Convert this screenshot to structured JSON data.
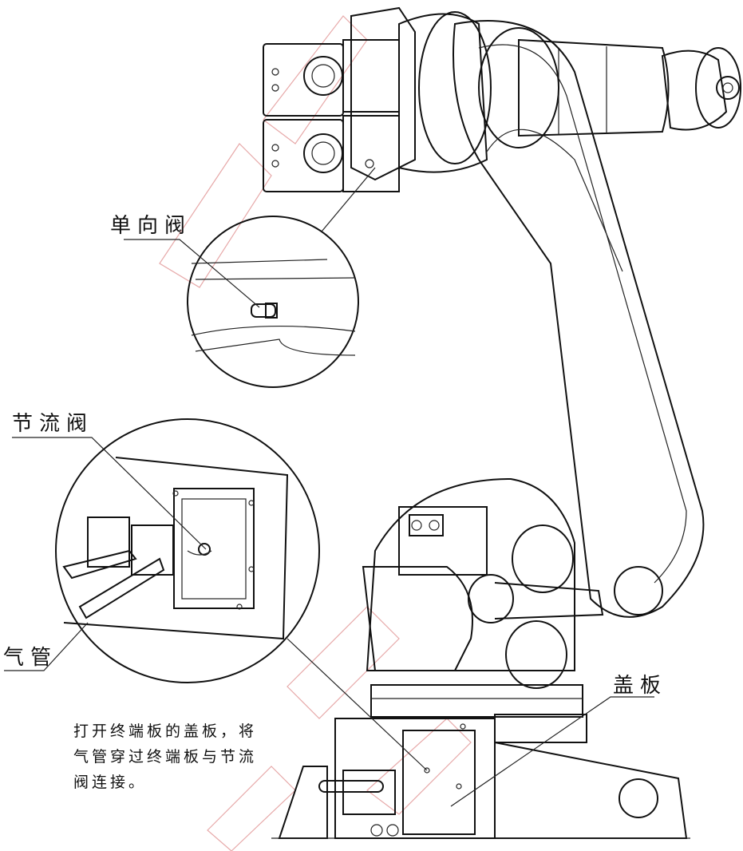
{
  "labels": {
    "check_valve": "单向阀",
    "throttle_valve": "节流阀",
    "air_pipe": "气管",
    "cover_plate": "盖板"
  },
  "instruction": {
    "line1": "打开终端板的盖板，将",
    "line2": "气管穿过终端板与节流",
    "line3": "阀连接。"
  },
  "colors": {
    "line": "#111111",
    "watermark": "#e7a9a9",
    "background": "#ffffff"
  }
}
